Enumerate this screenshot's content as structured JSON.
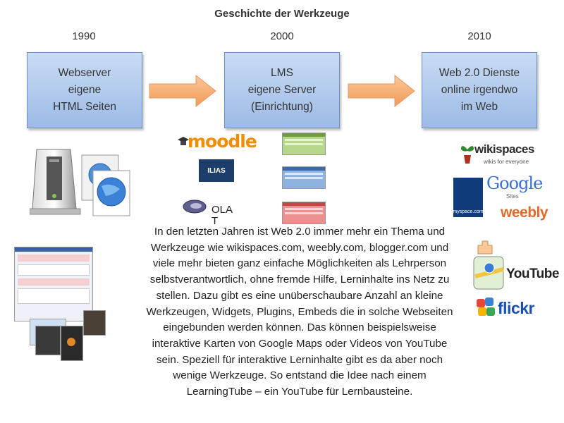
{
  "title": "Geschichte der Werkzeuge",
  "timeline": [
    {
      "year": "1990",
      "box": "Webserver\neigene\nHTML Seiten"
    },
    {
      "year": "2000",
      "box": "LMS\neigene Server\n(Einrichtung)"
    },
    {
      "year": "2010",
      "box": "Web 2.0 Dienste\nonline irgendwo\nim Web"
    }
  ],
  "logos": {
    "moodle": "moodle",
    "ilias": "ILIAS",
    "olat": "OLAT",
    "wikispaces": "wikispaces",
    "wikispaces_tag": "wikis for everyone",
    "myspace": "myspace.com",
    "google": "Google",
    "google_sites": "Sites",
    "weebly": "weebly",
    "youtube": "YouTube",
    "flickr": "flickr"
  },
  "paragraph": "In den letzten Jahren ist Web 2.0 immer mehr ein Thema und\nWerkzeuge wie wikispaces.com, weebly.com, blogger.com und\nviele mehr bieten ganz einfache Möglichkeiten als Lehrperson\nselbstverantwortlich, ohne fremde Hilfe, Lerninhalte ins Netz zu\nstellen. Dazu gibt es eine unüberschaubare Anzahl an kleine\nWerkzeugen, Widgets, Plugins, Embeds die in solche Webseiten\neingebunden werden können. Das können beispielsweise\ninteraktive Karten von Google Maps oder Videos von YouTube\nsein. Speziell für interaktive Lerninhalte gibt es da aber noch\nwenige Werkzeuge. So entstand die Idee nach einem\nLearningTube – ein YouTube für Lernbausteine.",
  "colors": {
    "box_top": "#c9dbf3",
    "box_bottom": "#9dbbe6",
    "box_border": "#6b8fc4",
    "arrow": "#f7b27a",
    "moodle": "#f28c00",
    "ilias_bg": "#1d3d6b"
  }
}
